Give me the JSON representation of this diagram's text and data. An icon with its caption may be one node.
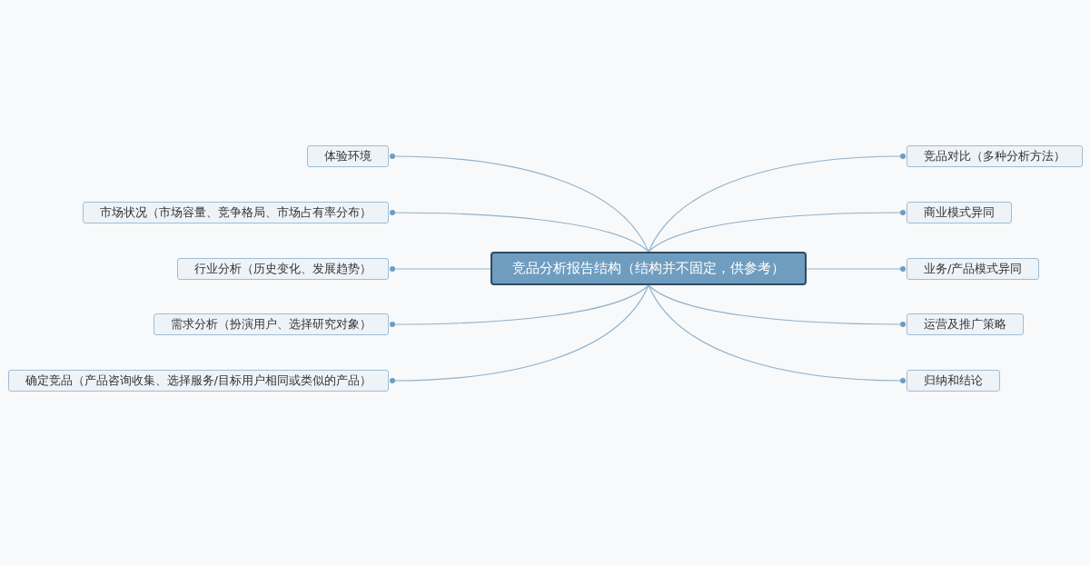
{
  "diagram": {
    "nodes": [
      {
        "text": [
          "竞品分析报告结构（结构并不固定，供参考）"
        ]
      },
      {
        "text": [
          "体验环境"
        ]
      },
      {
        "text": [
          "市场状况（市场容量、竞争格局、市场占有率分布）"
        ]
      },
      {
        "text": [
          "行业分析（历史变化、发展趋势）"
        ]
      },
      {
        "text": [
          "需求分析（扮演用户、选择研究对象）"
        ]
      },
      {
        "text": [
          "确定竞品（产品咨询收集、选择服务/目标用户相同或类似的产品）"
        ]
      },
      {
        "text": [
          "竞品对比（多种分析方法）"
        ]
      },
      {
        "text": [
          "商业模式异同"
        ]
      },
      {
        "text": [
          "业务/产品模式异同"
        ]
      },
      {
        "text": [
          "运营及推广策略"
        ]
      },
      {
        "text": [
          "归纳和结论"
        ]
      }
    ],
    "edges": [
      {
        "from": 0,
        "to": 1,
        "arrow": "other"
      },
      {
        "from": 0,
        "to": 2,
        "arrow": "other"
      },
      {
        "from": 0,
        "to": 3,
        "arrow": "other"
      },
      {
        "from": 0,
        "to": 4,
        "arrow": "other"
      },
      {
        "from": 0,
        "to": 5,
        "arrow": "other"
      },
      {
        "from": 0,
        "to": 6,
        "arrow": "other"
      },
      {
        "from": 0,
        "to": 7,
        "arrow": "other"
      },
      {
        "from": 0,
        "to": 8,
        "arrow": "other"
      },
      {
        "from": 0,
        "to": 9,
        "arrow": "other"
      },
      {
        "from": 0,
        "to": 10,
        "arrow": "other"
      }
    ]
  }
}
